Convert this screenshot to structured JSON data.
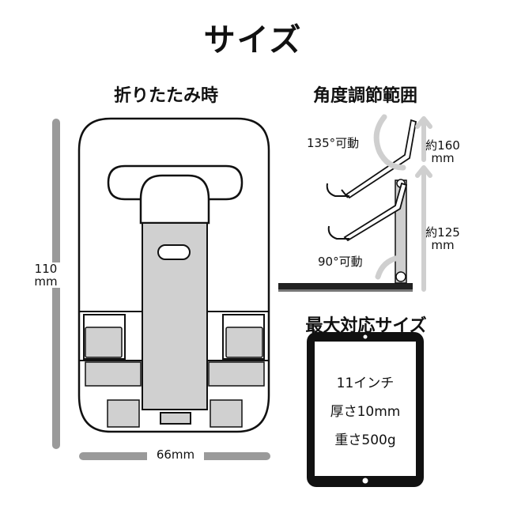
{
  "title": "サイズ",
  "folded": {
    "heading": "折りたたみ時",
    "height_value": "110",
    "height_unit": "mm",
    "width_label": "66mm"
  },
  "angle": {
    "heading": "角度調節範囲",
    "upper_angle": "135°可動",
    "lower_angle": "90°可動",
    "upper_height_value": "約160",
    "upper_height_unit": "mm",
    "lower_height_value": "約125",
    "lower_height_unit": "mm"
  },
  "max_size": {
    "heading": "最大対応サイズ",
    "spec_screen": "11インチ",
    "spec_thickness": "厚さ10mm",
    "spec_weight": "重さ500g"
  },
  "colors": {
    "dim_bar": "#9a9a9a",
    "device_stroke": "#111111",
    "light_gray": "#cfcfcf",
    "panel_gray": "#d0d0d0"
  }
}
